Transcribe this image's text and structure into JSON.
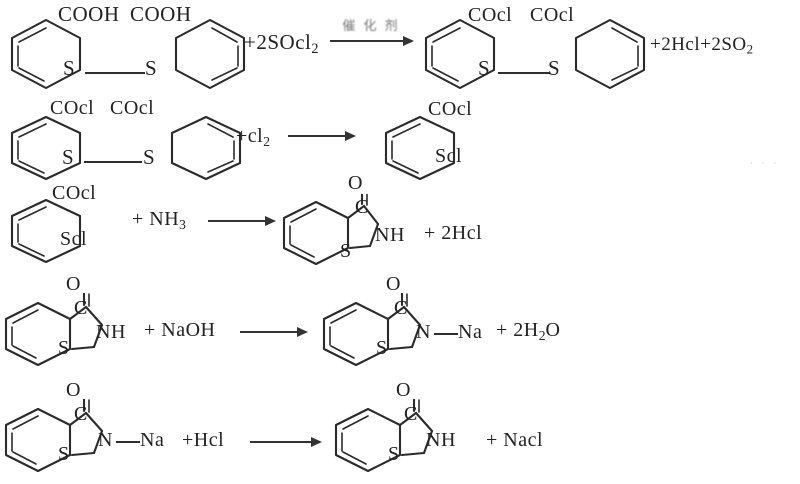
{
  "document": {
    "title": "Saccharin / 1,2-benzisothiazol-3(2H)-one synthesis scheme",
    "background_color": "#ffffff",
    "ink_color": "#222222"
  },
  "chart_data": {
    "type": "diagram",
    "title": "Five-step reaction scheme",
    "steps": [
      {
        "index": 1,
        "reactants": [
          {
            "kind": "structure",
            "name": "2,2'-dithiodibenzoic acid",
            "labels": [
              "COOH",
              "COOH",
              "S",
              "S"
            ]
          },
          {
            "kind": "text",
            "label": "+2SOcl₂"
          }
        ],
        "arrow": {
          "condition": "催 化 剂"
        },
        "products": [
          {
            "kind": "structure",
            "name": "2,2'-dithiodibenzoyl chloride",
            "labels": [
              "COcl",
              "COcl",
              "S",
              "S"
            ]
          },
          {
            "kind": "text",
            "label": "+2Hcl+2SO₂"
          }
        ]
      },
      {
        "index": 2,
        "reactants": [
          {
            "kind": "structure",
            "name": "2,2'-dithiodibenzoyl chloride",
            "labels": [
              "COcl",
              "COcl",
              "S",
              "S"
            ]
          },
          {
            "kind": "text",
            "label": "+cl₂"
          }
        ],
        "arrow": {
          "condition": ""
        },
        "products": [
          {
            "kind": "structure",
            "name": "2-(chlorosulfanyl)benzoyl chloride",
            "labels": [
              "COcl",
              "Scl"
            ]
          }
        ]
      },
      {
        "index": 3,
        "reactants": [
          {
            "kind": "structure",
            "name": "2-(chlorosulfanyl)benzoyl chloride",
            "labels": [
              "COcl",
              "Scl"
            ]
          },
          {
            "kind": "text",
            "label": "+ NH₃"
          }
        ],
        "arrow": {
          "condition": ""
        },
        "products": [
          {
            "kind": "structure",
            "name": "1,2-benzisothiazol-3(2H)-one",
            "labels": [
              "O",
              "C",
              "NH",
              "S"
            ]
          },
          {
            "kind": "text",
            "label": "+ 2Hcl"
          }
        ]
      },
      {
        "index": 4,
        "reactants": [
          {
            "kind": "structure",
            "name": "1,2-benzisothiazol-3(2H)-one",
            "labels": [
              "O",
              "C",
              "NH",
              "S"
            ]
          },
          {
            "kind": "text",
            "label": "+ NaOH"
          }
        ],
        "arrow": {
          "condition": ""
        },
        "products": [
          {
            "kind": "structure",
            "name": "sodium benzisothiazolinone salt",
            "labels": [
              "O",
              "C",
              "N",
              "Na",
              "S"
            ]
          },
          {
            "kind": "text",
            "label": "+ 2H₂O"
          }
        ]
      },
      {
        "index": 5,
        "reactants": [
          {
            "kind": "structure",
            "name": "sodium benzisothiazolinone salt",
            "labels": [
              "O",
              "C",
              "N",
              "Na",
              "S"
            ]
          },
          {
            "kind": "text",
            "label": "+Hcl"
          }
        ],
        "arrow": {
          "condition": ""
        },
        "products": [
          {
            "kind": "structure",
            "name": "1,2-benzisothiazol-3(2H)-one",
            "labels": [
              "O",
              "C",
              "NH",
              "S"
            ]
          },
          {
            "kind": "text",
            "label": "+ Nacl"
          }
        ]
      }
    ]
  },
  "row1": {
    "cooh_left": "COOH",
    "cooh_right": "COOH",
    "s_left": "S",
    "s_right": "S",
    "reagent": "+2SOcl",
    "reagent_sub": "2",
    "condition": "催 化 剂",
    "product_cocl_left": "COcl",
    "product_cocl_right": "COcl",
    "product_s_left": "S",
    "product_s_right": "S",
    "byproducts": "+2Hcl+2SO",
    "byproducts_sub": "2"
  },
  "row2": {
    "cocl_left": "COcl",
    "cocl_right": "COcl",
    "s_left": "S",
    "s_right": "S",
    "reagent": "+cl",
    "reagent_sub": "2",
    "product_cocl": "COcl",
    "product_scl": "Scl"
  },
  "row3": {
    "cocl": "COcl",
    "scl": "Scl",
    "reagent": "+ NH",
    "reagent_sub": "3",
    "product_o": "O",
    "product_c": "C",
    "product_nh": "NH",
    "product_s": "S",
    "byproducts": "+ 2Hcl"
  },
  "row4": {
    "o": "O",
    "c": "C",
    "nh": "NH",
    "s": "S",
    "reagent": "+ NaOH",
    "product_o": "O",
    "product_c": "C",
    "product_n": "N",
    "product_na": "Na",
    "product_s": "S",
    "byproducts": "+ 2H",
    "byproducts_sub": "2",
    "byproducts_tail": "O"
  },
  "row5": {
    "o": "O",
    "c": "C",
    "n": "N",
    "na": "Na",
    "s": "S",
    "reagent": "+Hcl",
    "product_o": "O",
    "product_c": "C",
    "product_nh": "NH",
    "product_s": "S",
    "byproducts": "+ Nacl"
  },
  "artifacts": {
    "edge_speckle": "· · ·"
  }
}
